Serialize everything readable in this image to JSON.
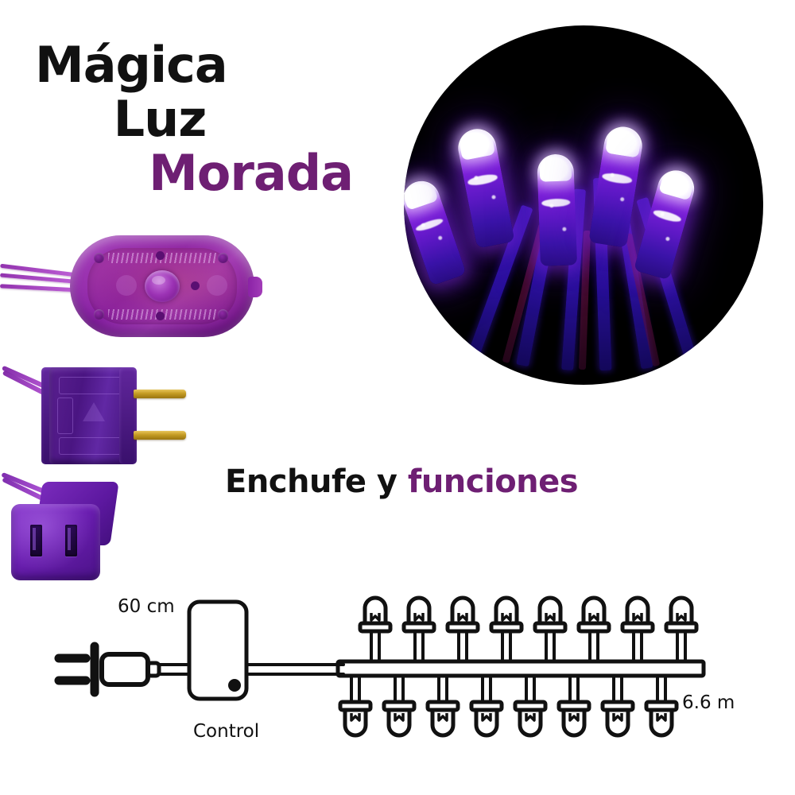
{
  "title": {
    "line1": "Mágica",
    "line2": "Luz",
    "line3": "Morada"
  },
  "subtitle": {
    "plain": "Enchufe y ",
    "accent": "funciones"
  },
  "colors": {
    "accent_purple": "#6E1F73",
    "text_black": "#111111",
    "background": "#FFFFFF",
    "photo_circle_background": "#000000",
    "led_violet": "#7A1FD8",
    "wire_blue": "#3C19BE",
    "plug_purple": "#4A1582",
    "prong_brass": "#C49B24"
  },
  "hero_photo": {
    "name": "led-bulbs-photo",
    "shape": "circle",
    "bulb_count": 5,
    "description": "Glowing purple LED bulbs with white tips on black background"
  },
  "product_photos": [
    {
      "name": "controller-module-photo",
      "label": "translucent purple oval controller with button"
    },
    {
      "name": "male-plug-photo",
      "label": "purple two-prong male plug with brass prongs"
    },
    {
      "name": "female-socket-photo",
      "label": "purple female socket with two slots"
    }
  ],
  "diagram": {
    "cord_length_label": "60 cm",
    "string_length_label": "6.6 m",
    "control_label": "Control",
    "led_count_top": 8,
    "led_count_bottom": 8,
    "total_leds_shown": 16
  }
}
